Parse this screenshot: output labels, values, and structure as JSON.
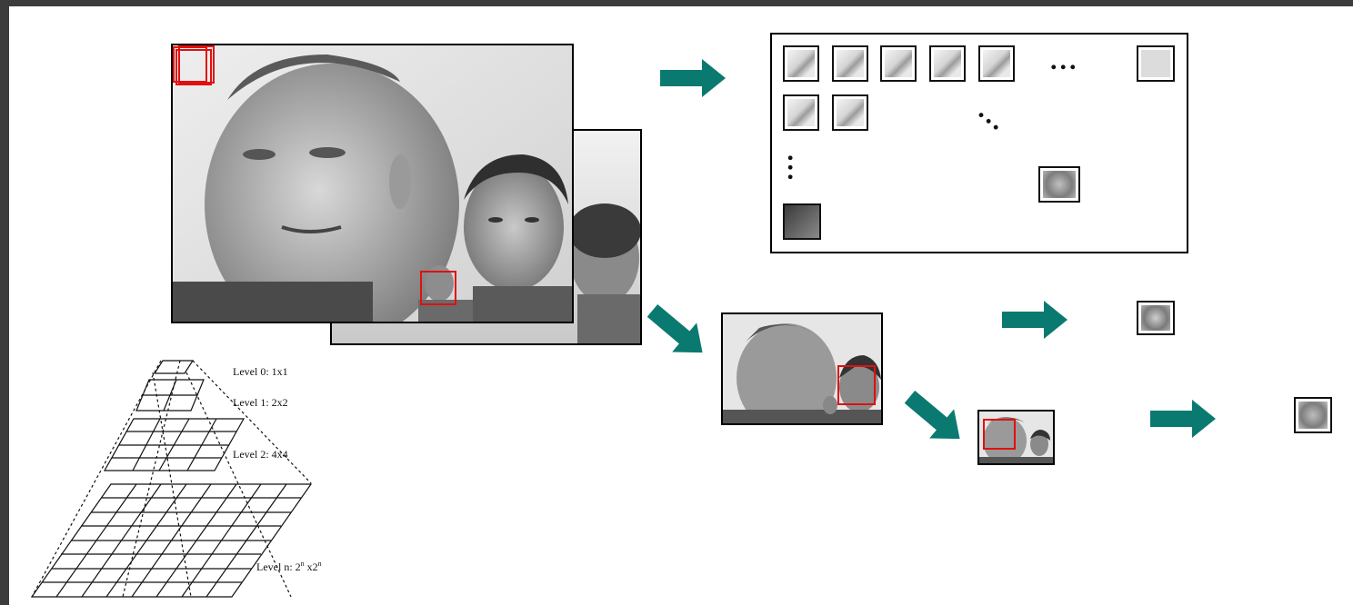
{
  "pyramid": {
    "levels": [
      {
        "text": "Level 0: 1x1"
      },
      {
        "text": "Level 1: 2x2"
      },
      {
        "text": "Level 2: 4x4"
      },
      {
        "prefix": "Level n: 2",
        "sup1": "n",
        "mid": " x2",
        "sup2": "n"
      }
    ]
  },
  "windows_panel": {
    "row_dots": "...",
    "diag_dots": "...",
    "col_dots": "..."
  },
  "colors": {
    "arrow": "#0a7a70",
    "detection_box": "#e01010",
    "background": "#ffffff",
    "border": "#3c3c3c"
  }
}
